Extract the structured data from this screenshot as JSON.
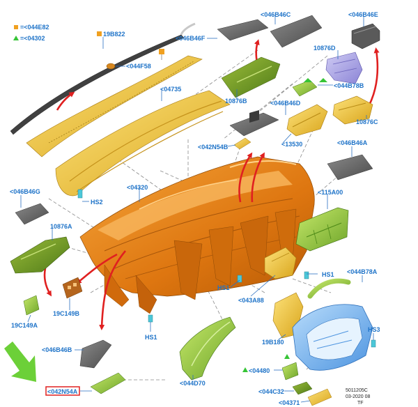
{
  "legend": [
    {
      "symbol": "square",
      "color": "#f0a020",
      "text": "=<044E82"
    },
    {
      "symbol": "triangle",
      "color": "#36c436",
      "text": "=<04302"
    }
  ],
  "labels": {
    "p19B822": "19B822",
    "p044F58": "<044F58",
    "p04735": "<04735",
    "p046B46F": "<046B46F",
    "p046B46C": "<046B46C",
    "p046B46E": "<046B46E",
    "p10876D": "10876D",
    "p044B78B": "<044B78B",
    "p10876B": "10876B",
    "p046B46D": "<046B46D",
    "p10876C": "10876C",
    "p13530": "<13530",
    "p042N54B": "<042N54B",
    "p046B46A": "<046B46A",
    "p046B46G": "<046B46G",
    "p04320": "<04320",
    "pHS2": "HS2",
    "p10876A": "10876A",
    "p115A00": "<115A00",
    "pHS1a": "HS1",
    "pHS1b": "HS1",
    "pHS1c": "HS1",
    "p044B78A": "<044B78A",
    "p043A88": "<043A88",
    "p19C149B": "19C149B",
    "p19C149A": "19C149A",
    "p19B180": "19B180",
    "pHS3": "HS3",
    "p046B46B": "<046B46B",
    "p044D70": "<044D70",
    "p044B0": "<04480",
    "p042N54A": "<042N54A",
    "p044C32": "<044C32",
    "p04371": "<04371"
  },
  "footer": {
    "code": "5011205C",
    "date": "03-2020 08",
    "initials": "TF"
  },
  "colors": {
    "label": "#1e73c8",
    "orange": "#e07a10",
    "yellow": "#f2c230",
    "green": "#8cc63f",
    "blue": "#6aa8e8",
    "grey": "#6b6b6b",
    "highlight": "#e02020"
  }
}
